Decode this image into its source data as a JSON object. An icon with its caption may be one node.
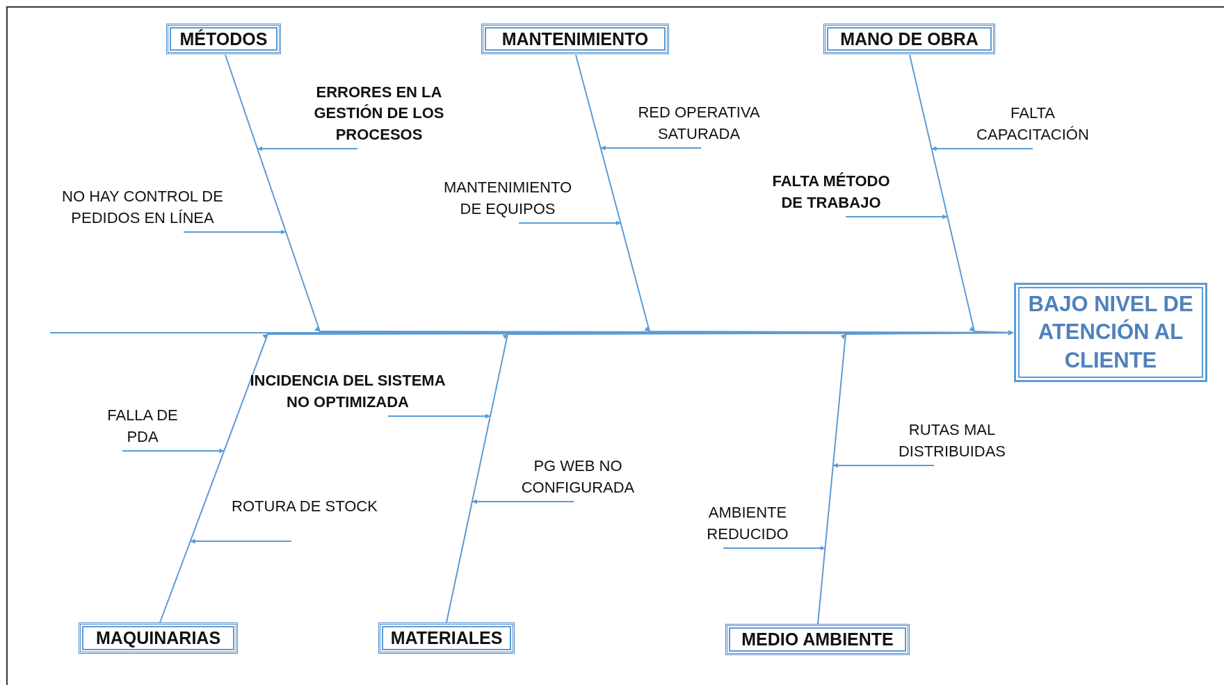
{
  "diagram": {
    "nodes": [
      {
        "text": [
          "MÉTODOS"
        ]
      },
      {
        "text": [
          "MANTENIMIENTO"
        ]
      },
      {
        "text": [
          "MANO DE OBRA"
        ]
      },
      {
        "text": [
          "BAJO NIVEL DE ATENCIÓN AL CLIENTE"
        ]
      },
      {
        "text": [
          "MAQUINARIAS"
        ]
      },
      {
        "text": [
          "MATERIALES"
        ]
      },
      {
        "text": [
          "MEDIO AMBIENTE"
        ]
      },
      {
        "text": [
          "ERRORES EN LA GESTIÓN DE LOS PROCESOS"
        ]
      },
      {
        "text": [
          "NO HAY CONTROL DE PEDIDOS EN LÍNEA"
        ]
      },
      {
        "text": [
          "RED OPERATIVA SATURADA"
        ]
      },
      {
        "text": [
          "MANTENIMIENTO DE EQUIPOS"
        ]
      },
      {
        "text": [
          "FALTA CAPACITACIÓN"
        ]
      },
      {
        "text": [
          "FALTA MÉTODO DE TRABAJO"
        ]
      },
      {
        "text": [
          "INCIDENCIA DEL SISTEMA NO OPTIMIZADA"
        ]
      },
      {
        "text": [
          "FALLA DE PDA"
        ]
      },
      {
        "text": [
          "ROTURA DE STOCK"
        ]
      },
      {
        "text": [
          "PG WEB NO CONFIGURADA"
        ]
      },
      {
        "text": [
          "RUTAS MAL DISTRIBUIDAS"
        ]
      },
      {
        "text": [
          "AMBIENTE REDUCIDO"
        ]
      }
    ],
    "edges": [
      {
        "from": 0,
        "to": 3,
        "arrow": "to"
      },
      {
        "from": 1,
        "to": 3,
        "arrow": "to"
      },
      {
        "from": 2,
        "to": 3,
        "arrow": "to"
      },
      {
        "from": 4,
        "to": 3,
        "arrow": "to"
      },
      {
        "from": 5,
        "to": 3,
        "arrow": "to"
      },
      {
        "from": 6,
        "to": 3,
        "arrow": "to"
      },
      {
        "from": null,
        "to": 3,
        "arrow": "to"
      },
      {
        "from": 7,
        "to": null,
        "arrow": "to"
      },
      {
        "from": 8,
        "to": null,
        "arrow": "to"
      },
      {
        "from": 9,
        "to": null,
        "arrow": "to"
      },
      {
        "from": 10,
        "to": null,
        "arrow": "to"
      },
      {
        "from": 11,
        "to": null,
        "arrow": "to"
      },
      {
        "from": 12,
        "to": null,
        "arrow": "to"
      },
      {
        "from": 13,
        "to": null,
        "arrow": "to"
      },
      {
        "from": 14,
        "to": null,
        "arrow": "to"
      },
      {
        "from": 15,
        "to": null,
        "arrow": "to"
      },
      {
        "from": 16,
        "to": null,
        "arrow": "to"
      },
      {
        "from": 17,
        "to": null,
        "arrow": "to"
      },
      {
        "from": 18,
        "to": null,
        "arrow": "to"
      }
    ]
  }
}
